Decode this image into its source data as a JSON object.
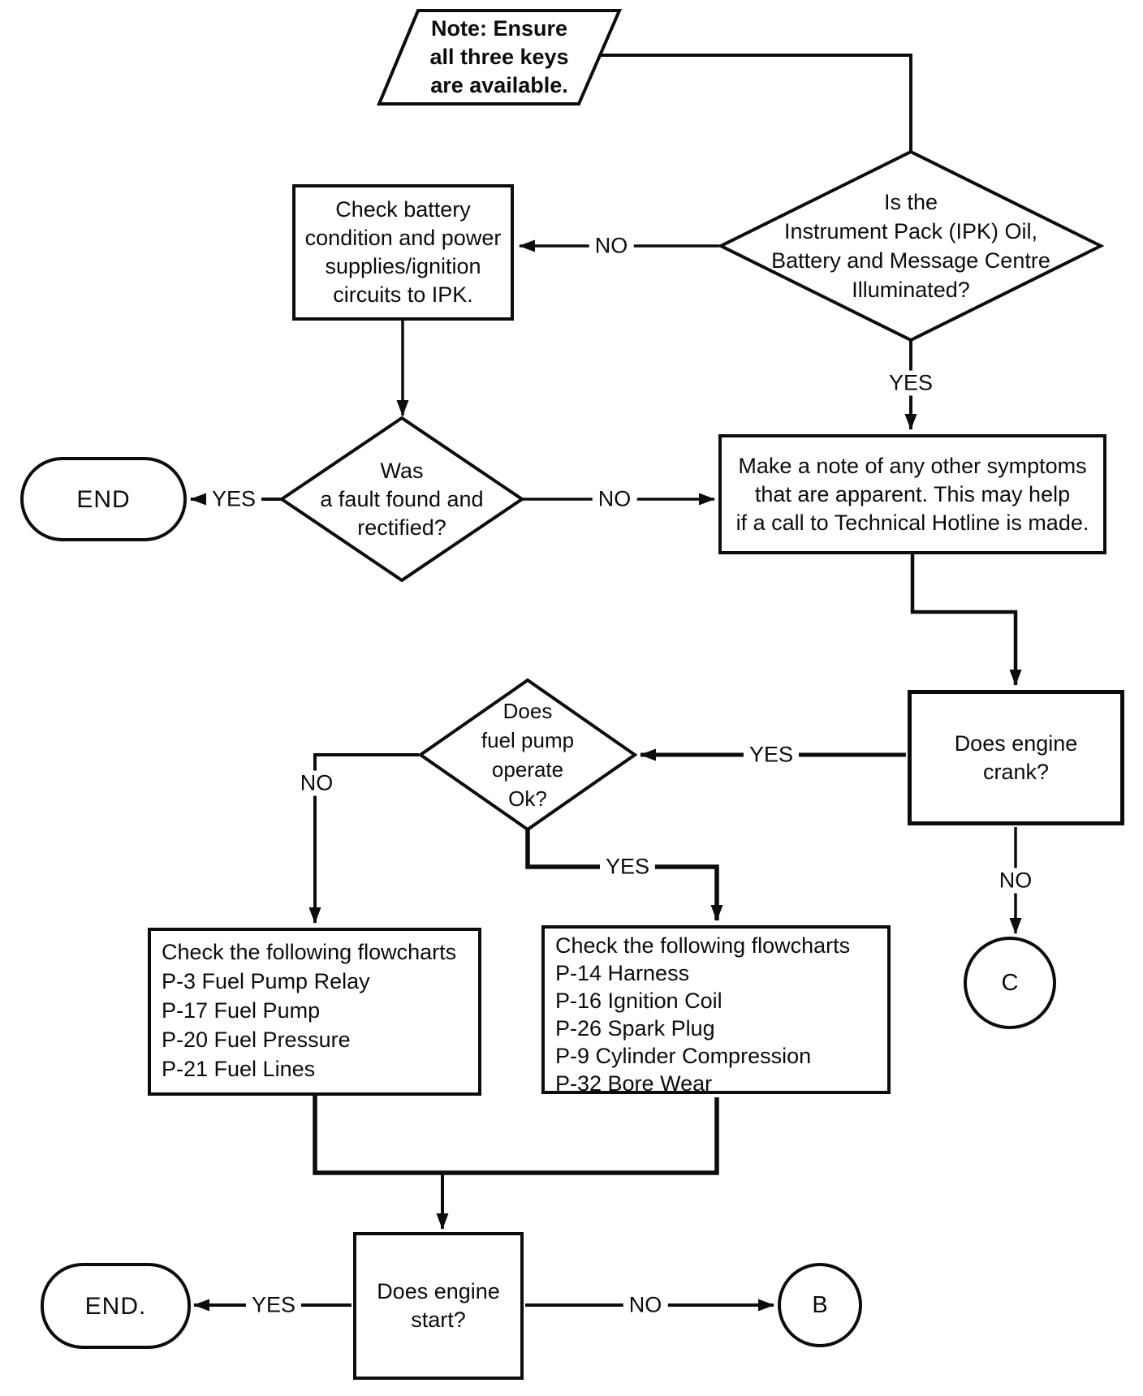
{
  "diagram_title": "Engine start diagnostic flowchart",
  "colors": {
    "ink": "#0c0c0c",
    "paper": "#ffffff"
  },
  "nodes": {
    "note": {
      "lines": [
        "Note: Ensure",
        "all three keys",
        "are available."
      ]
    },
    "ipk_diamond": {
      "lines": [
        "Is the",
        "Instrument Pack (IPK) Oil,",
        "Battery and Message Centre",
        "Illuminated?"
      ]
    },
    "battery_box": {
      "lines": [
        "Check battery",
        "condition and power",
        "supplies/ignition",
        "circuits to IPK."
      ]
    },
    "fault_diamond": {
      "lines": [
        "Was",
        "a fault found and",
        "rectified?"
      ]
    },
    "end_terminator": {
      "label": "END"
    },
    "symptoms_box": {
      "lines": [
        "Make a note of any other symptoms",
        "that are apparent. This may help",
        "if a call to Technical Hotline is made."
      ]
    },
    "crank_box": {
      "lines": [
        "Does engine",
        "crank?"
      ]
    },
    "fuel_diamond": {
      "lines": [
        "Does",
        "fuel pump",
        "operate",
        "Ok?"
      ]
    },
    "fuel_checklist_box": {
      "lines": [
        "Check the following flowcharts",
        "P-3 Fuel Pump Relay",
        "P-17 Fuel Pump",
        "P-20 Fuel Pressure",
        "P-21 Fuel Lines"
      ]
    },
    "ignition_checklist_box": {
      "lines": [
        "Check the following flowcharts",
        "P-14 Harness",
        "P-16 Ignition Coil",
        "P-26 Spark Plug",
        "P-9 Cylinder Compression",
        "P-32 Bore Wear"
      ]
    },
    "connector_c": {
      "label": "C"
    },
    "start_box": {
      "lines": [
        "Does engine",
        "start?"
      ]
    },
    "end2_terminator": {
      "label": "END."
    },
    "connector_b": {
      "label": "B"
    }
  },
  "edges": {
    "ipk_no": "NO",
    "ipk_yes": "YES",
    "fault_yes": "YES",
    "fault_no": "NO",
    "crank_yes": "YES",
    "crank_no": "NO",
    "fuel_no": "NO",
    "fuel_yes": "YES",
    "start_yes": "YES",
    "start_no": "NO"
  }
}
